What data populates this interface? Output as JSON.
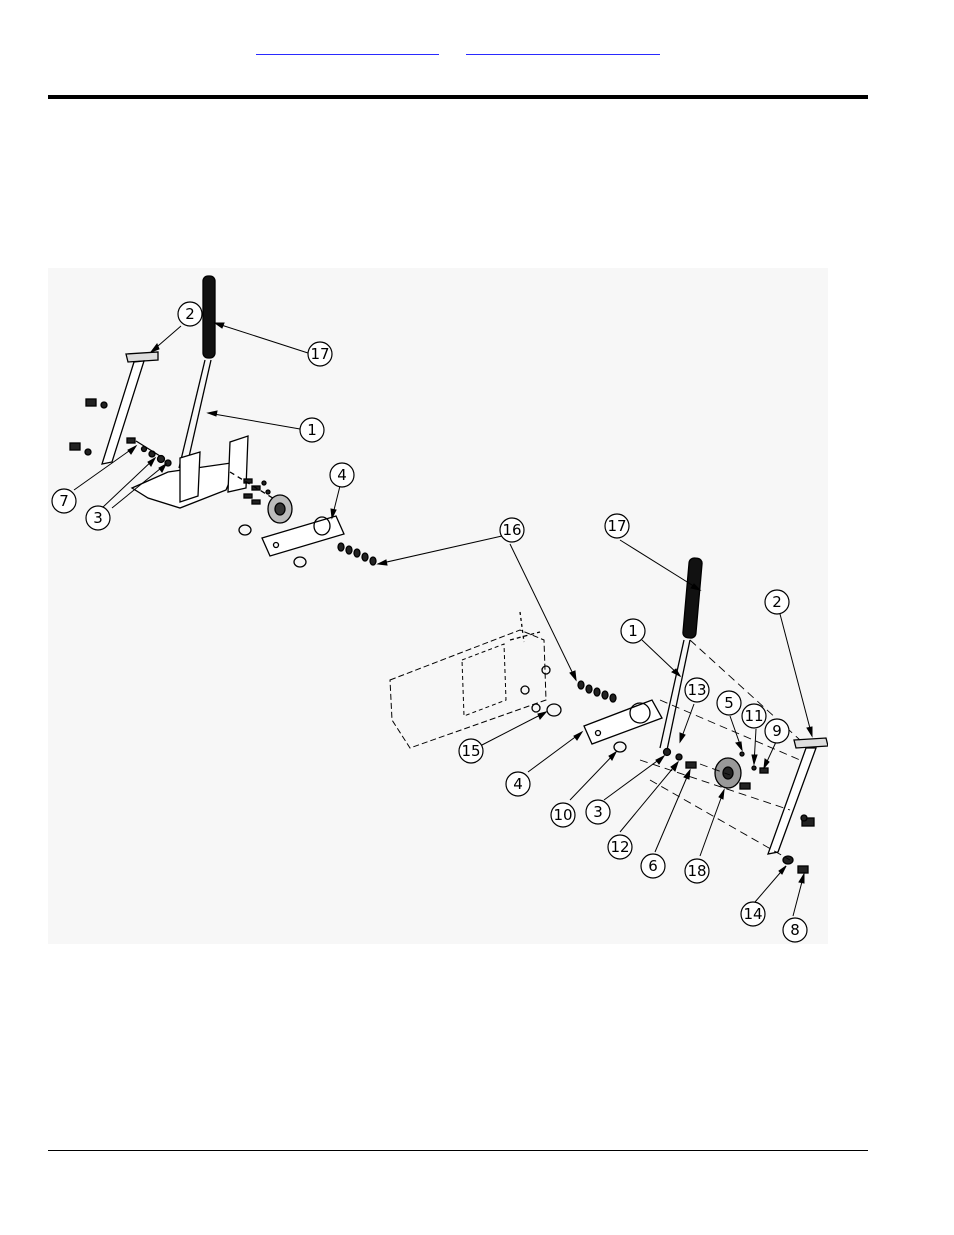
{
  "header": {
    "links": [
      "",
      ""
    ]
  },
  "diagram": {
    "callouts": [
      "2",
      "17",
      "1",
      "7",
      "3",
      "4",
      "16",
      "17",
      "1",
      "2",
      "13",
      "5",
      "11",
      "9",
      "15",
      "4",
      "10",
      "3",
      "12",
      "6",
      "18",
      "14",
      "8"
    ]
  }
}
